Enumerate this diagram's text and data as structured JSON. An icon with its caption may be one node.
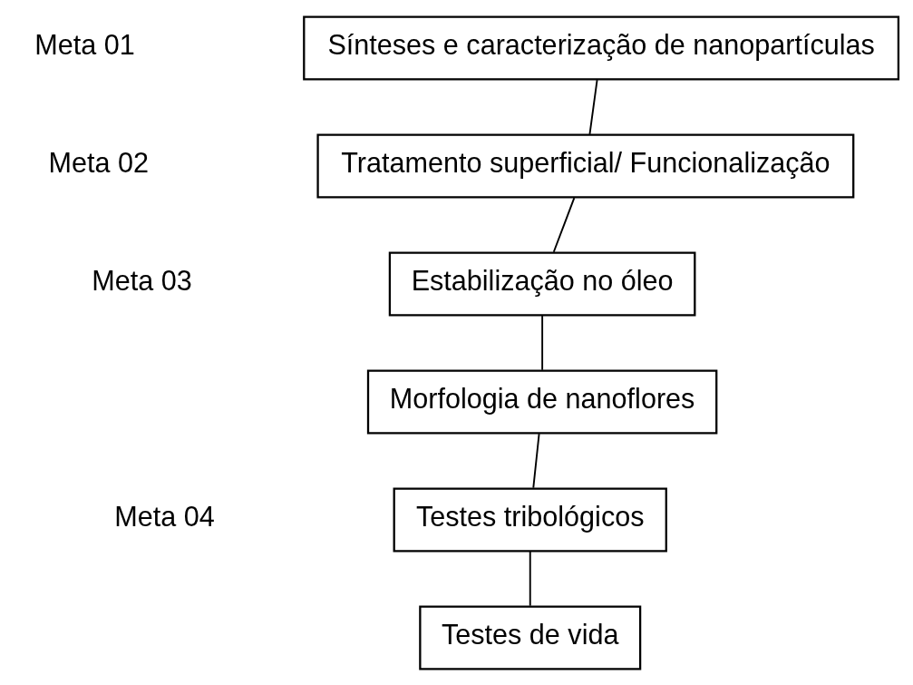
{
  "diagram": {
    "nodes": [
      {
        "text": [
          "Sínteses e caracterização de nanopartículas"
        ]
      },
      {
        "text": [
          "Tratamento superficial/ Funcionalização"
        ]
      },
      {
        "text": [
          "Estabilização no óleo"
        ]
      },
      {
        "text": [
          "Morfologia de nanoflores"
        ]
      },
      {
        "text": [
          "Testes tribológicos"
        ]
      },
      {
        "text": [
          "Testes de vida"
        ]
      }
    ],
    "edges": [
      {
        "from": 0,
        "to": 1,
        "arrow": "none"
      },
      {
        "from": 1,
        "to": 2,
        "arrow": "none"
      },
      {
        "from": 2,
        "to": 3,
        "arrow": "none"
      },
      {
        "from": 3,
        "to": 4,
        "arrow": "none"
      },
      {
        "from": 4,
        "to": 5,
        "arrow": "none"
      }
    ],
    "labels": [
      "Meta 01",
      "Meta 02",
      "Meta 03",
      "Meta 04"
    ]
  }
}
